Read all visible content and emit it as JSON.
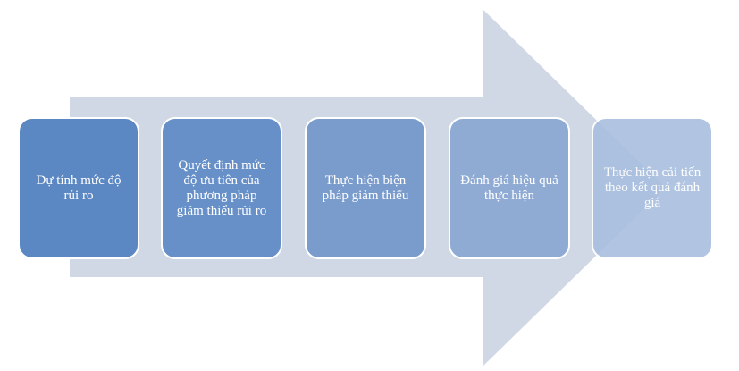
{
  "colors": {
    "arrow": "#d0d7e5",
    "step_1": "#5b87c2",
    "step_2": "#6790c8",
    "step_3": "#7a9ccd",
    "step_4": "#8fabd4",
    "step_5": "#a7bedf"
  },
  "steps": [
    {
      "label": "Dự tính mức độ rủi ro"
    },
    {
      "label": "Quyết định mức độ ưu tiên của phương pháp giảm thiểu rủi ro"
    },
    {
      "label": "Thực hiện biện pháp giảm thiểu"
    },
    {
      "label": "Đánh giá hiệu quả thực hiện"
    },
    {
      "label": "Thực hiện cải tiến theo kết quả đánh giá"
    }
  ]
}
